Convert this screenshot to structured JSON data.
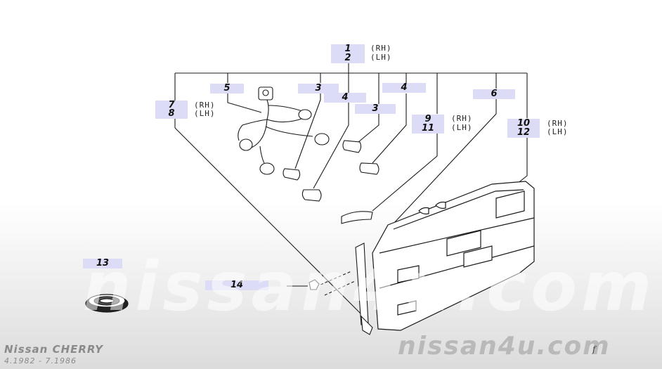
{
  "callouts": [
    {
      "id": "c1",
      "text": "1",
      "sub": "(RH)"
    },
    {
      "id": "c2",
      "text": "2",
      "sub": "(LH)"
    },
    {
      "id": "c3a",
      "text": "3"
    },
    {
      "id": "c3b",
      "text": "3"
    },
    {
      "id": "c4a",
      "text": "4"
    },
    {
      "id": "c4b",
      "text": "4"
    },
    {
      "id": "c5",
      "text": "5"
    },
    {
      "id": "c6",
      "text": "6"
    },
    {
      "id": "c7",
      "text": "7",
      "sub": "(RH)"
    },
    {
      "id": "c8",
      "text": "8",
      "sub": "(LH)"
    },
    {
      "id": "c9",
      "text": "9",
      "sub": "(RH)"
    },
    {
      "id": "c11",
      "text": "11",
      "sub": "(LH)"
    },
    {
      "id": "c10",
      "text": "10",
      "sub": "(RH)"
    },
    {
      "id": "c12",
      "text": "12",
      "sub": "(LH)"
    },
    {
      "id": "c13",
      "text": "13"
    },
    {
      "id": "c14",
      "text": "14"
    }
  ],
  "watermark": {
    "center": "nissan4u.com",
    "bottom": "nissan4u.com"
  },
  "footer": {
    "model": "Nissan CHERRY",
    "dates": "4.1982 - 7.1986",
    "ref": "f"
  },
  "colors": {
    "callout_bg": "#dcdcf6",
    "line": "#1a1a1a",
    "watermark": "#b9b9b9"
  }
}
